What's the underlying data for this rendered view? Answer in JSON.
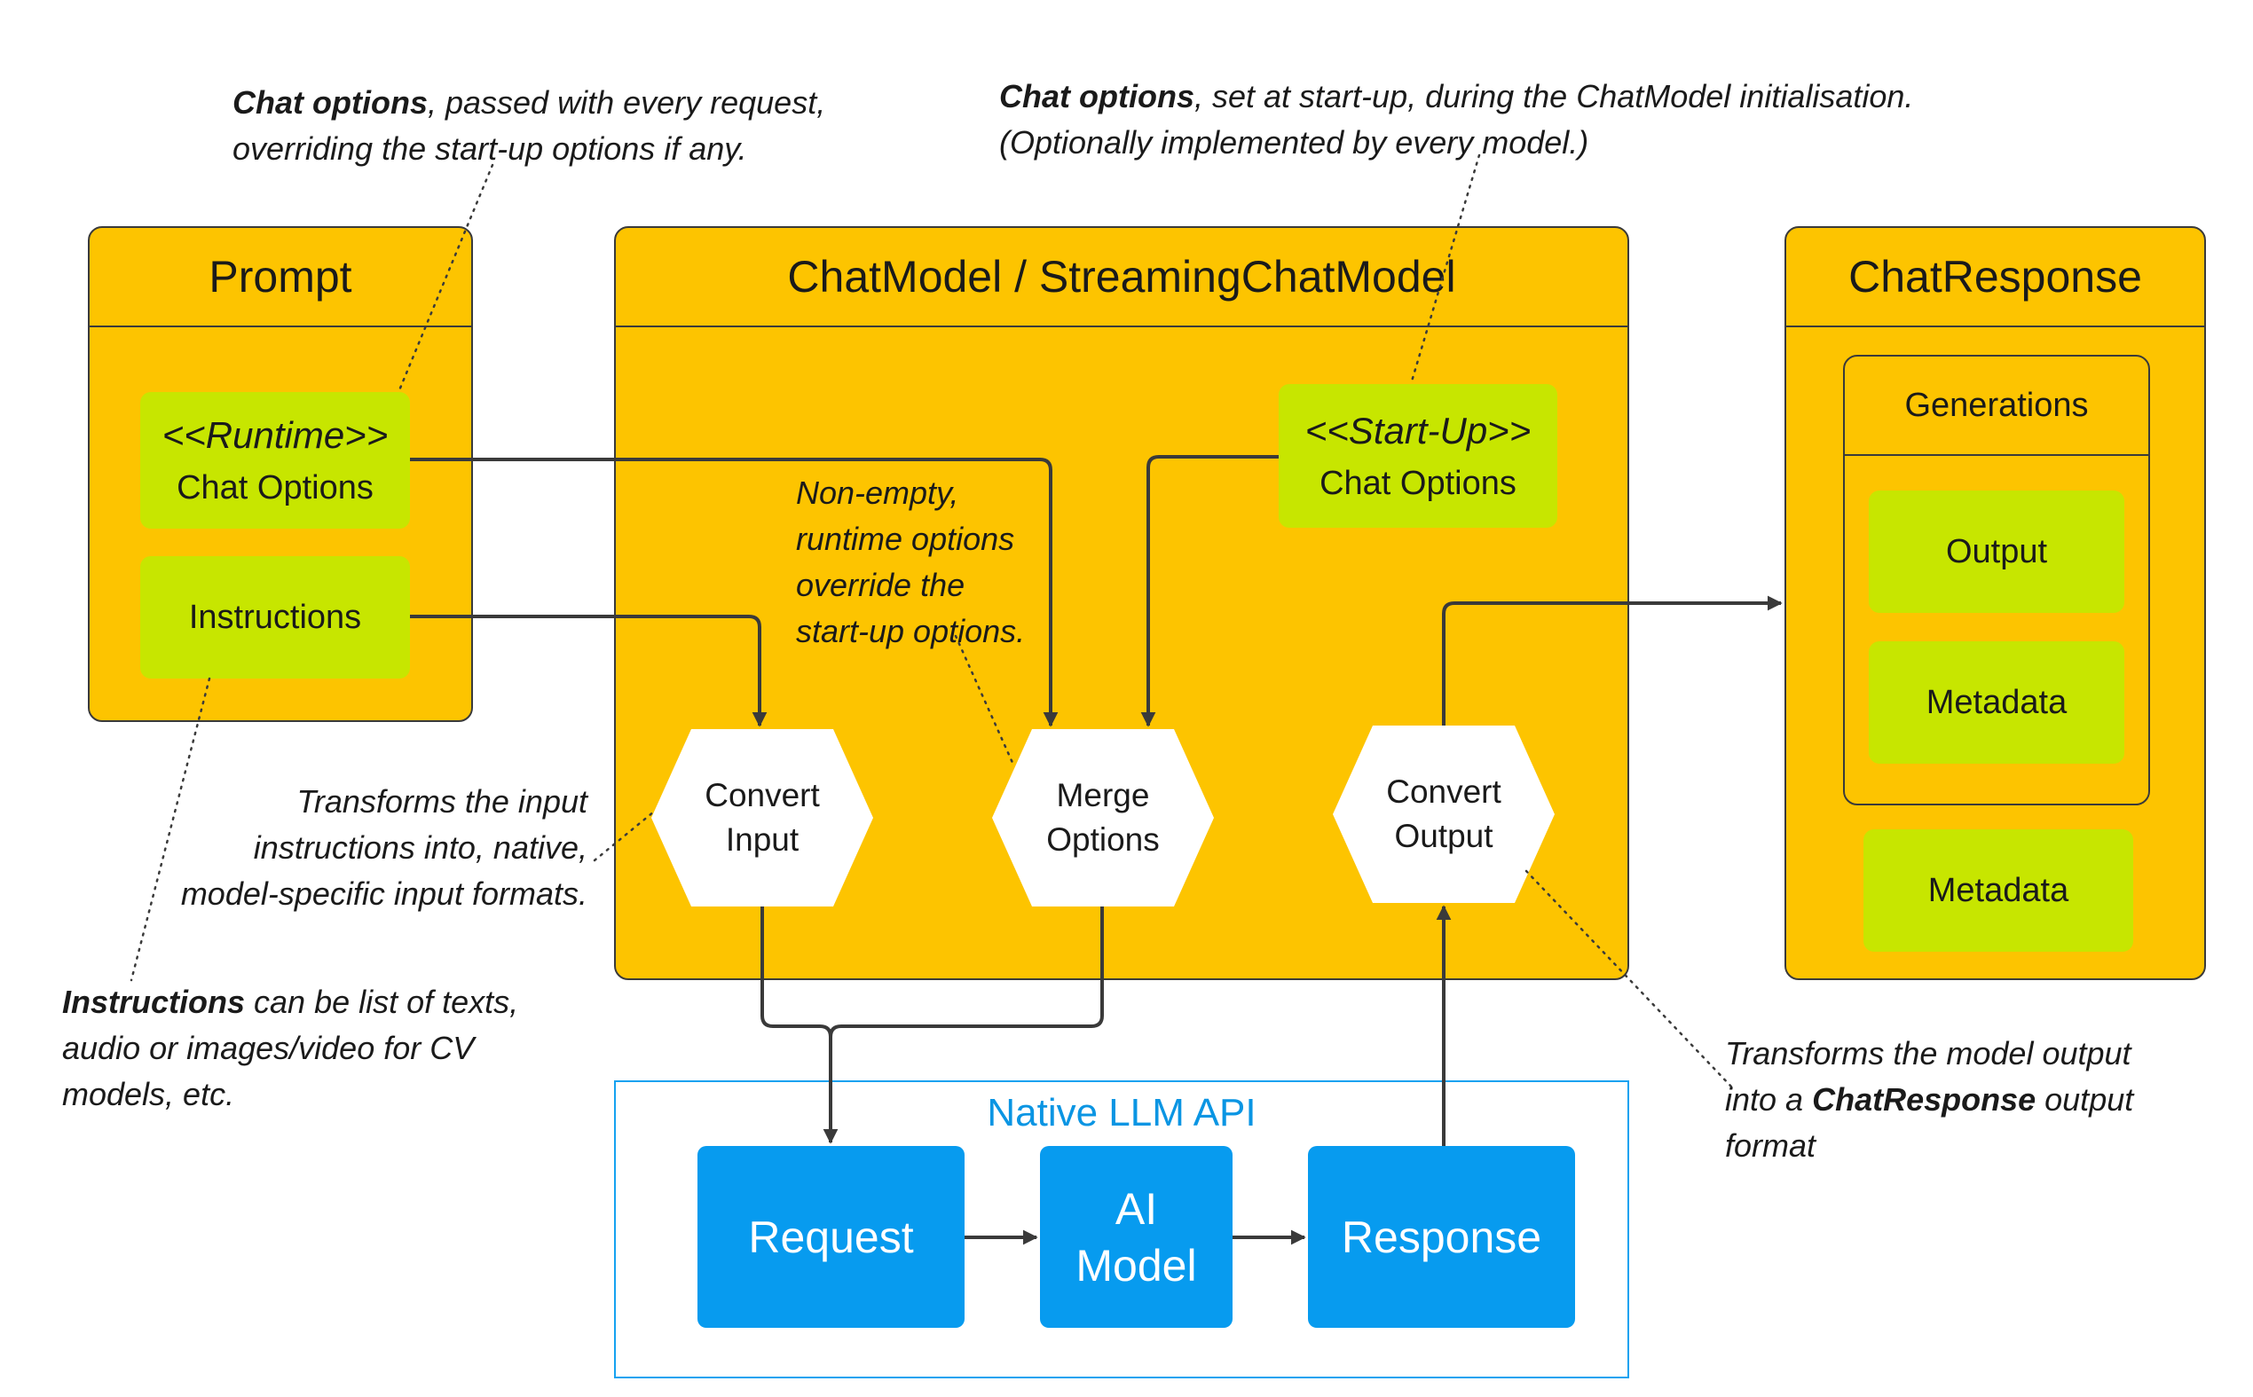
{
  "colors": {
    "container_fill": "#FDC400",
    "green_box": "#C7E600",
    "api_blue": "#079BEF",
    "api_frame": "#15A2F0",
    "line": "#3a3a3a"
  },
  "prompt": {
    "title": "Prompt",
    "runtime_stereotype": "<<Runtime>>",
    "runtime_label": "Chat Options",
    "instructions_label": "Instructions"
  },
  "chat_model": {
    "title": "ChatModel / StreamingChatModel",
    "startup_stereotype": "<<Start-Up>>",
    "startup_label": "Chat Options",
    "convert_input": [
      "Convert",
      "Input"
    ],
    "merge_options": [
      "Merge",
      "Options"
    ],
    "convert_output": [
      "Convert",
      "Output"
    ]
  },
  "chat_response": {
    "title": "ChatResponse",
    "generations_title": "Generations",
    "output_label": "Output",
    "gen_metadata_label": "Metadata",
    "metadata_label": "Metadata"
  },
  "native_api": {
    "title": "Native LLM API",
    "request_label": "Request",
    "ai_model_label": [
      "AI",
      "Model"
    ],
    "response_label": "Response"
  },
  "notes": {
    "runtime_options": {
      "bold": "Chat options",
      "line1_rest": ", passed with every  request,",
      "line2": "overriding the start-up options if any."
    },
    "startup_options": {
      "bold": "Chat options",
      "line1_rest": ", set at start-up, during  the ChatModel initialisation.",
      "line2": "(Optionally implemented by every model.)"
    },
    "merge": {
      "line1": "Non-empty,",
      "line2": "runtime options",
      "line3": "override the",
      "line4": "start-up options."
    },
    "convert_input": {
      "line1": "Transforms the input",
      "line2": "instructions into, native,",
      "line3": "model-specific input formats."
    },
    "instructions": {
      "bold": "Instructions",
      "line1_rest": " can be list of texts,",
      "line2": "audio or images/video for CV",
      "line3": "models, etc."
    },
    "convert_output": {
      "line1": "Transforms the model output",
      "line2_pre": "into  a ",
      "line2_bold": "ChatResponse",
      "line2_post": " output",
      "line3": "format"
    }
  }
}
